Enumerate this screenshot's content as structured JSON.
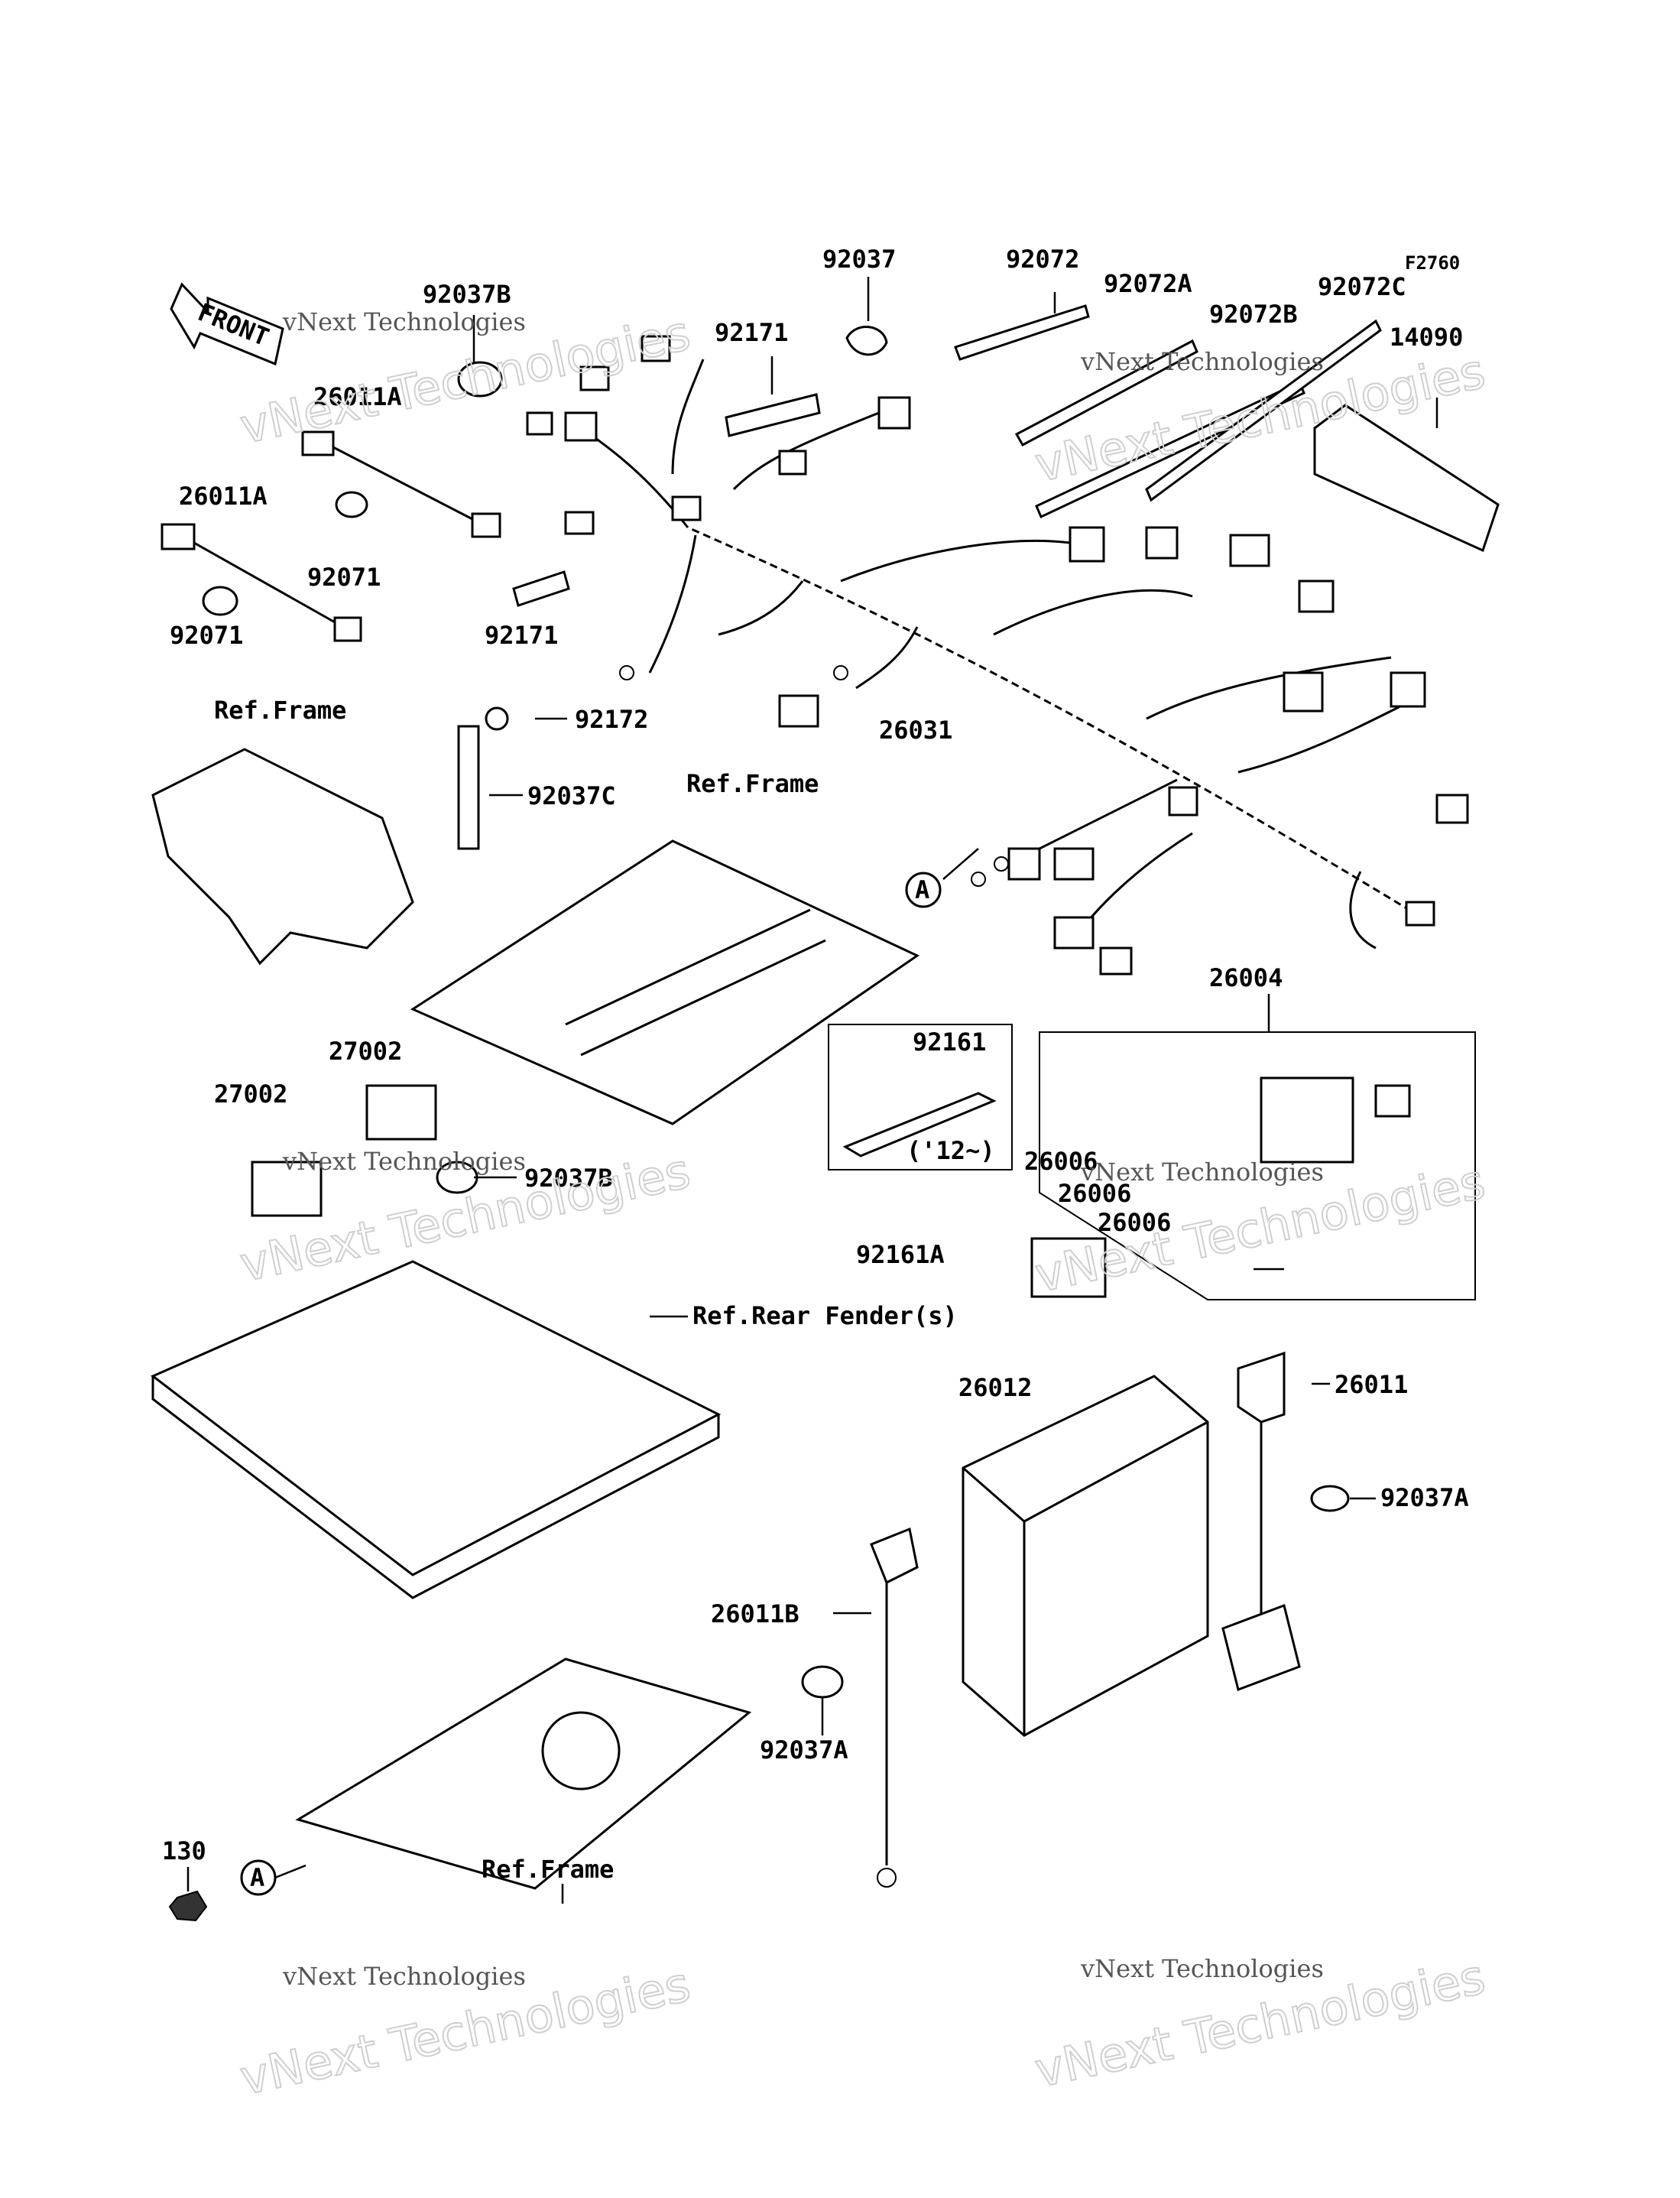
{
  "figure_code": "F2760",
  "front_arrow": "FRONT",
  "callout_a": "A",
  "parts": {
    "p92037B_top": "92037B",
    "p26011A_1": "26011A",
    "p26011A_2": "26011A",
    "p92071_1": "92071",
    "p92071_2": "92071",
    "p92171_1": "92171",
    "p92171_2": "92171",
    "p92037": "92037",
    "p92072": "92072",
    "p92072A": "92072A",
    "p92072B": "92072B",
    "p92072C": "92072C",
    "p14090": "14090",
    "p92172": "92172",
    "p92037C": "92037C",
    "p26031": "26031",
    "p26004": "26004",
    "p92161": "92161",
    "p92161_note": "('12~)",
    "p26006_1": "26006",
    "p26006_2": "26006",
    "p26006_3": "26006",
    "p92161A": "92161A",
    "p27002_1": "27002",
    "p27002_2": "27002",
    "p92037B_mid": "92037B",
    "p26012": "26012",
    "p26011": "26011",
    "p92037A_1": "92037A",
    "p92037A_2": "92037A",
    "p26011B": "26011B",
    "p130": "130"
  },
  "refs": {
    "frame_1": "Ref.Frame",
    "frame_2": "Ref.Frame",
    "frame_3": "Ref.Frame",
    "rear_fender": "Ref.Rear Fender(s)"
  },
  "watermark": {
    "line1": "vNext Technologies",
    "big": "vNext Technologies"
  }
}
